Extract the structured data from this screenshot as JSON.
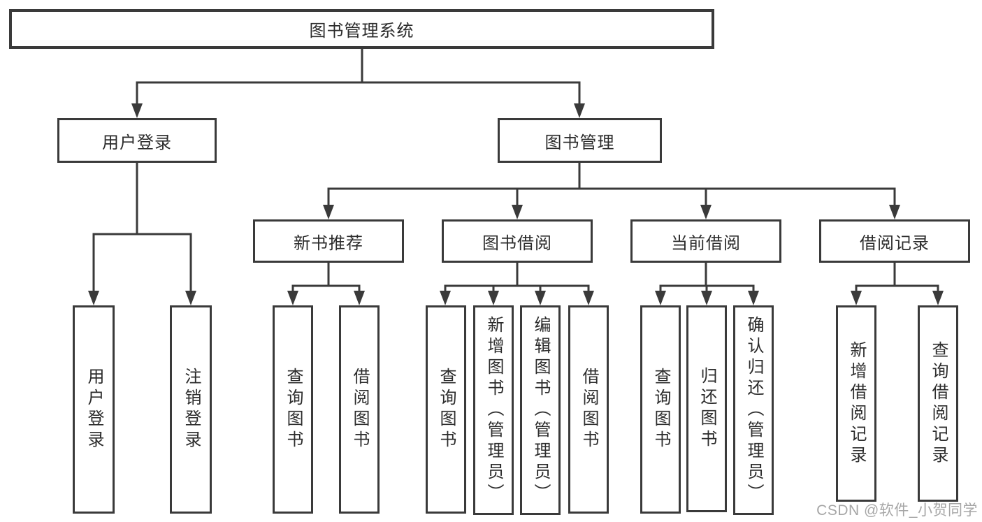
{
  "diagram": {
    "root": {
      "label": "图书管理系统"
    },
    "branches": [
      {
        "label": "用户登录",
        "leaves": [
          "用户登录",
          "注销登录"
        ]
      },
      {
        "label": "图书管理",
        "children": [
          {
            "label": "新书推荐",
            "leaves": [
              "查询图书",
              "借阅图书"
            ]
          },
          {
            "label": "图书借阅",
            "leaves": [
              "查询图书",
              "新增图书（管理员）",
              "编辑图书（管理员）",
              "借阅图书"
            ]
          },
          {
            "label": "当前借阅",
            "leaves": [
              "查询图书",
              "归还图书",
              "确认归还（管理员）"
            ]
          },
          {
            "label": "借阅记录",
            "leaves": [
              "新增借阅记录",
              "查询借阅记录"
            ]
          }
        ]
      }
    ]
  },
  "watermark": "CSDN @软件_小贺同学",
  "colors": {
    "line": "#3a3a3a",
    "text": "#2c2c2c",
    "watermark": "#a6a6a6",
    "background": "#ffffff"
  }
}
